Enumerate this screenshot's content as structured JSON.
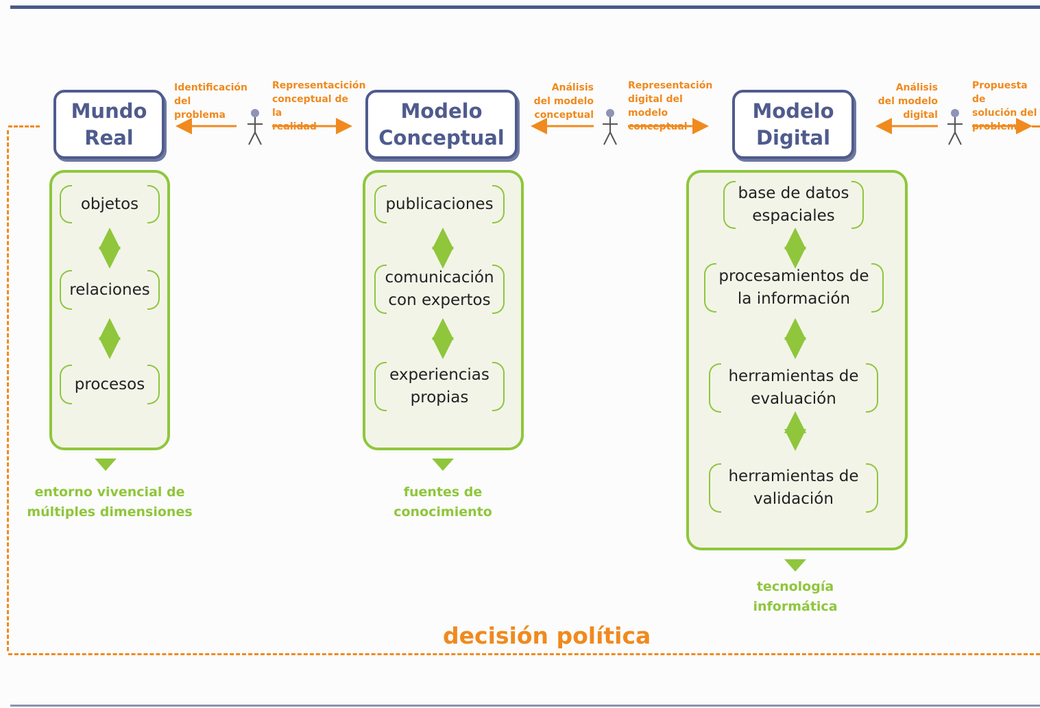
{
  "colors": {
    "navy": "#4f5b8d",
    "green": "#8fc63c",
    "orange": "#f08a1e",
    "panel_bg": "#f2f4e8"
  },
  "icons": [
    "person-icon",
    "double-arrow-icon",
    "arrow-left-icon",
    "arrow-right-icon",
    "triangle-down-icon"
  ],
  "models": [
    {
      "title": "Mundo\nReal"
    },
    {
      "title": "Modelo\nConceptual"
    },
    {
      "title": "Modelo\nDigital"
    }
  ],
  "actions": [
    {
      "left": "Identificación\ndel problema",
      "right": "Representacición\nconceptual de la\nrealidad"
    },
    {
      "left": "Análisis\ndel modelo\nconceptual",
      "right": "Representación\ndigital del modelo\nconceptual"
    },
    {
      "left": "Análisis\ndel modelo\ndigital",
      "right": "Propuesta de\nsolución del\nproblema"
    }
  ],
  "columns": [
    {
      "items": [
        "objetos",
        "relaciones",
        "procesos"
      ],
      "footer": "entorno vivencial de\nmúltiples dimensiones"
    },
    {
      "items": [
        "publicaciones",
        "comunicación\ncon expertos",
        "experiencias\npropias"
      ],
      "footer": "fuentes de\nconocimiento"
    },
    {
      "items": [
        "base de datos\nespaciales",
        "procesamientos de\nla información",
        "herramientas de\nevaluación",
        "herramientas de\nvalidación"
      ],
      "footer": "tecnología\ninformática"
    }
  ],
  "decision": "decisión política"
}
